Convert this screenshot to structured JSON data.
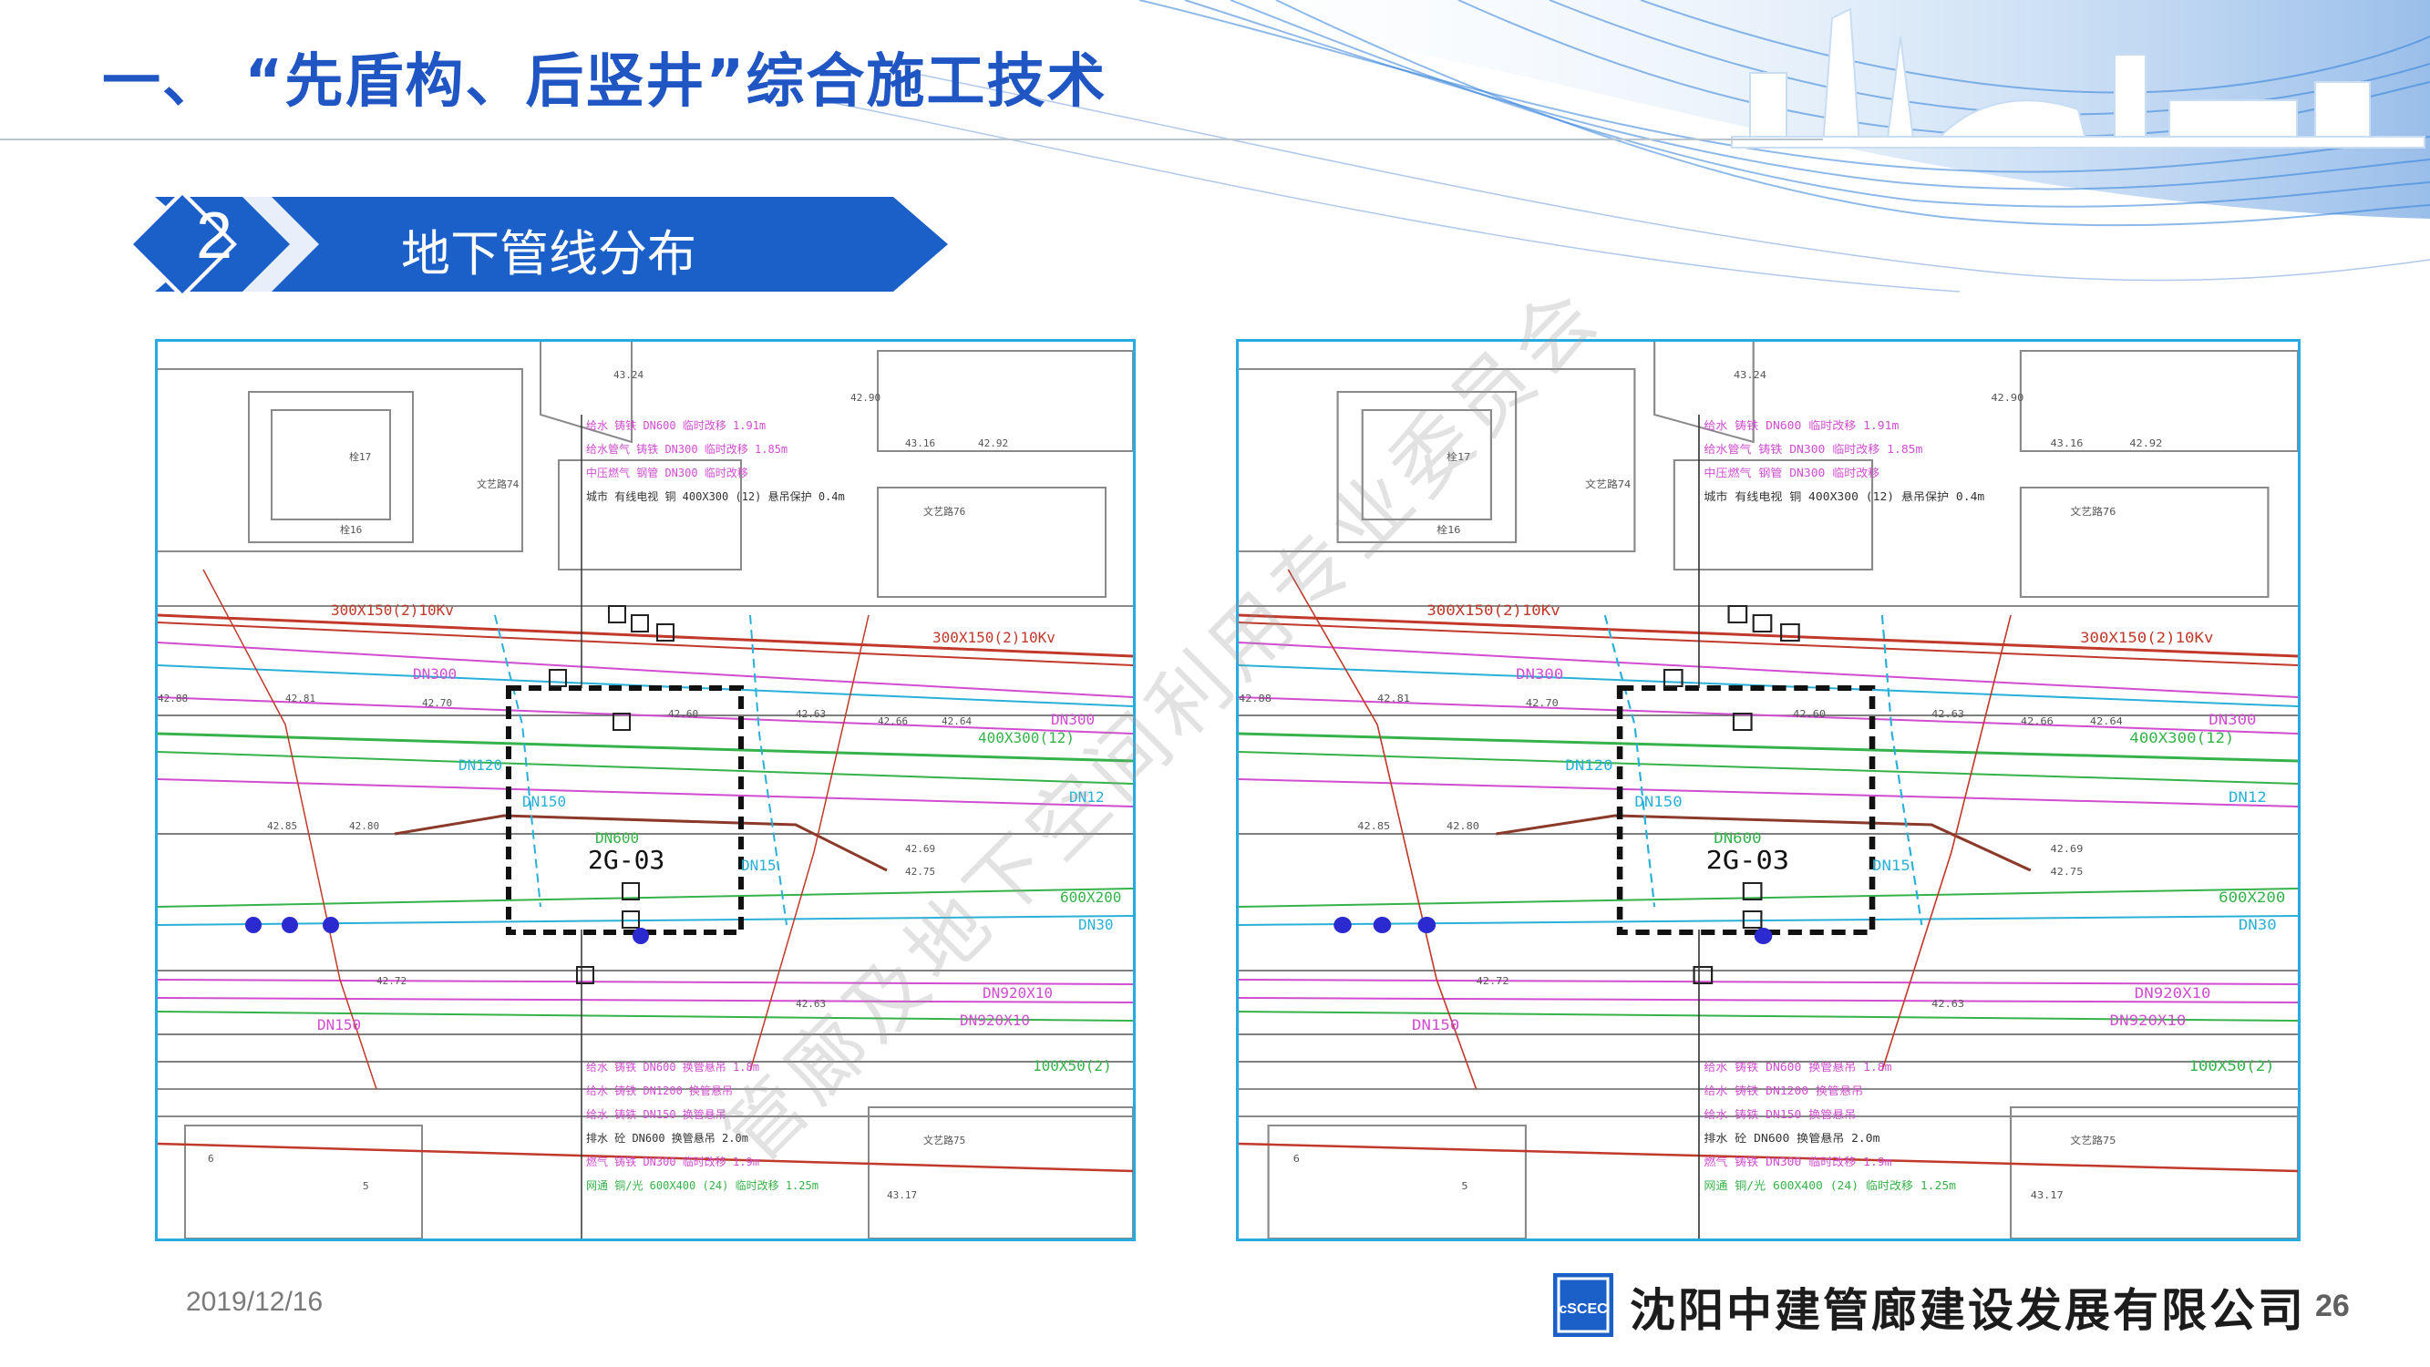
{
  "header": {
    "title": "一、 “先盾构、后竖井”综合施工技术"
  },
  "section": {
    "number": "2",
    "label": "地下管线分布"
  },
  "drawing_left": {
    "shaft_label": "2G-03",
    "top_notes": [
      "给水 铸铁 DN600 临时改移 1.91m",
      "给水管气 铸铁 DN300 临时改移 1.85m",
      "中压燃气 钢管 DN300 临时改移",
      "城市 有线电视 铜 400X300 (12) 悬吊保护 0.4m"
    ],
    "bottom_notes": [
      "给水 铸铁 DN600 换管悬吊 1.8m",
      "给水 铸铁 DN1200 换管悬吊",
      "给水 铸铁 DN150 换管悬吊",
      "排水 砼 DN600 换管悬吊 2.0m",
      "燃气 铸铁 DN300 临时改移 1.9m",
      "网通 铜/光 600X400 (24) 临时改移 1.25m"
    ],
    "pipe_labels": [
      "300X150(2)10Kv",
      "300X150(2)10Kv",
      "400X300(12)",
      "DN300",
      "DN12",
      "600X200",
      "DN30",
      "DN920X10",
      "DN920X10",
      "100X50(2)",
      "DN150",
      "DN600",
      "DN300",
      "DN120",
      "DN150",
      "DN15"
    ],
    "building_labels": [
      "栓17",
      "栓16",
      "文艺路74",
      "文艺路76",
      "文艺路75",
      "6",
      "5"
    ],
    "elevations": [
      "43.24",
      "42.90",
      "43.16",
      "42.92",
      "42.81",
      "42.88",
      "42.70",
      "42.60",
      "42.63",
      "42.66",
      "42.64",
      "42.85",
      "42.80",
      "42.72",
      "42.69",
      "42.75",
      "42.63",
      "43.17"
    ]
  },
  "drawing_right": {
    "shaft_label": "2G-03",
    "top_notes": [
      "给水 铸铁 DN600 临时改移 1.91m",
      "给水管气 铸铁 DN300 临时改移 1.85m",
      "中压燃气 钢管 DN300 临时改移",
      "城市 有线电视 铜 400X300 (12) 悬吊保护 0.4m"
    ],
    "bottom_notes": [
      "给水 铸铁 DN600 换管悬吊 1.8m",
      "给水 铸铁 DN1200 换管悬吊",
      "给水 铸铁 DN150 换管悬吊",
      "排水 砼 DN600 换管悬吊 2.0m",
      "燃气 铸铁 DN300 临时改移 1.9m",
      "网通 铜/光 600X400 (24) 临时改移 1.25m"
    ],
    "pipe_labels": [
      "300X150(2)10Kv",
      "300X150(2)10Kv",
      "400X300(12)",
      "DN300",
      "DN12",
      "600X200",
      "DN30",
      "DN920X10",
      "DN920X10",
      "100X50(2)",
      "DN150",
      "DN600",
      "DN300",
      "DN120",
      "DN150",
      "DN15"
    ],
    "building_labels": [
      "栓17",
      "栓16",
      "文艺路74",
      "文艺路76",
      "文艺路75",
      "6",
      "5"
    ],
    "elevations": [
      "43.24",
      "42.90",
      "43.16",
      "42.92",
      "42.81",
      "42.88",
      "42.70",
      "42.60",
      "42.63",
      "42.66",
      "42.64",
      "42.85",
      "42.80",
      "42.72",
      "42.69",
      "42.75",
      "42.63",
      "43.17"
    ]
  },
  "watermark": "管廊及地下空间利用专业委员会",
  "footer": {
    "date": "2019/12/16",
    "company": "沈阳中建管廊建设发展有限公司",
    "page": "26",
    "logo_text": "cSCEC"
  },
  "colors": {
    "title_blue": "#1f56c4",
    "banner_blue": "#1b5fc9",
    "frame_cyan": "#27a9e1",
    "pipe_red": "#c0392b",
    "pipe_magenta": "#d04dd0",
    "pipe_green": "#36b24a",
    "pipe_cyan": "#2ab0d8",
    "pipe_brown": "#8b3a2a"
  }
}
